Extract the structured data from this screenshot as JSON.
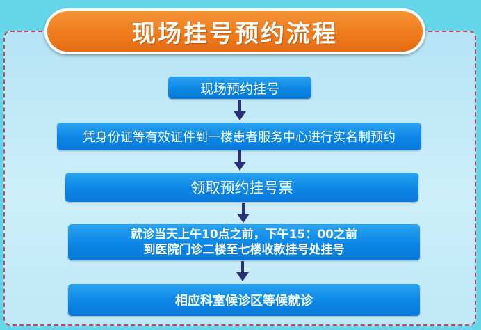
{
  "title": "现场挂号预约流程",
  "steps": {
    "step1": "现场预约挂号",
    "step2": "凭身份证等有效证件到一楼患者服务中心进行实名制预约",
    "step3": "领取预约挂号票",
    "step4_line1": "就诊当天上午10点之前，下午15：00之前",
    "step4_line2": "到医院门诊二楼至七楼收款挂号处挂号",
    "step5": "相应科室候诊区等候就诊"
  },
  "colors": {
    "title_fill": "#ef7a1c",
    "step_fill": "#0b86e6",
    "arrow": "#2b2f7a",
    "panel_border": "#c4465a",
    "background": "#66d6ea"
  }
}
